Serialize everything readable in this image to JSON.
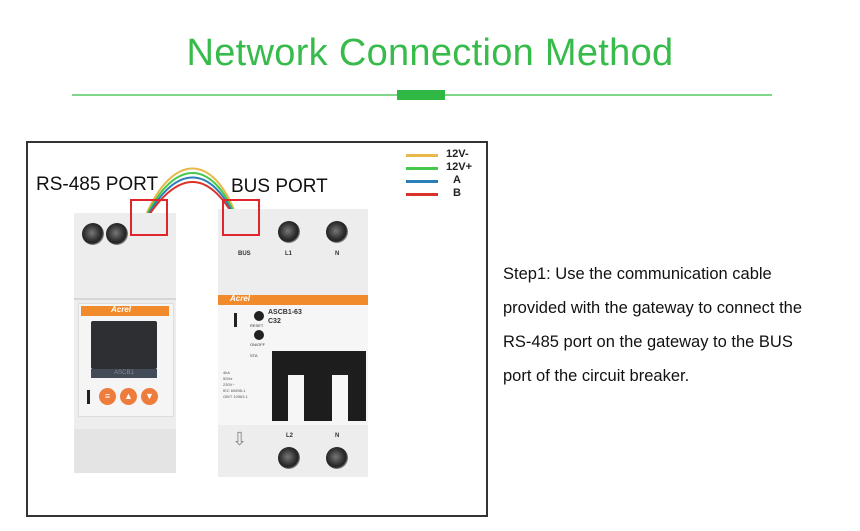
{
  "header": {
    "title": "Network Connection Method"
  },
  "diagram": {
    "rs485_label": "RS-485 PORT",
    "bus_label": "BUS PORT",
    "legend": [
      {
        "label": "12V-",
        "color": "#e8b84a"
      },
      {
        "label": "12V+",
        "color": "#46c94b"
      },
      {
        "label": "A",
        "color": "#2a7fb8"
      },
      {
        "label": "B",
        "color": "#d9342b"
      }
    ],
    "gateway": {
      "brand": "Acrel",
      "model": "ASCB1",
      "buttons": [
        "menu-icon",
        "up-icon",
        "down-icon"
      ]
    },
    "breaker": {
      "brand": "Acrel",
      "model": "ASCB1-63",
      "rating": "C32",
      "terminal_top": [
        "BUS",
        "L1",
        "N"
      ],
      "terminal_bottom": [
        "L2",
        "N"
      ],
      "button_labels": [
        "RESET",
        "ON/OFF"
      ],
      "status_label": "STA",
      "spec_lines": [
        "4kA",
        "50Hz",
        "230V~",
        "IEC 60898-1",
        "GB/T 10963.1"
      ]
    },
    "highlight_color": "#e0262b"
  },
  "instructions": {
    "step1": "Step1: Use the communication cable provided with the gateway to connect the RS-485 port on the gateway to the BUS port of the circuit breaker."
  },
  "colors": {
    "accent": "#37bb4a",
    "brand_orange": "#f08a2a"
  }
}
